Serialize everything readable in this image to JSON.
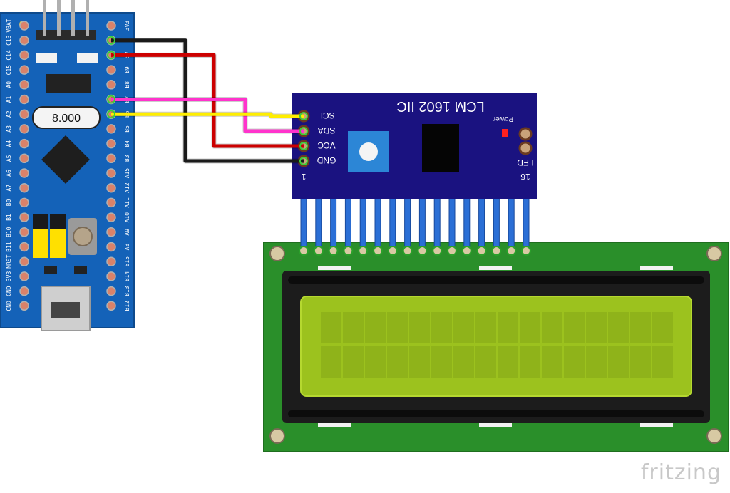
{
  "board": {
    "left_pins": [
      "VBAT",
      "C13",
      "C14",
      "C15",
      "A0",
      "A1",
      "A2",
      "A3",
      "A4",
      "A5",
      "A6",
      "A7",
      "B0",
      "B1",
      "B10",
      "B11",
      "NRST",
      "3V3",
      "GND",
      "GND"
    ],
    "right_pins": [
      "3V3",
      "G",
      "5V",
      "B9",
      "B8",
      "B7",
      "B6",
      "B5",
      "B4",
      "B3",
      "A15",
      "A12",
      "A11",
      "A10",
      "A9",
      "A8",
      "B15",
      "B14",
      "B13",
      "B12"
    ],
    "crystal_label": "8.000"
  },
  "i2c_module": {
    "title": "LCM 1602 IIC",
    "power_label": "Power",
    "led_label": "LED",
    "pin_start": "1",
    "pin_end": "16",
    "header_pins": [
      "SCL",
      "SDA",
      "VCC",
      "GND"
    ]
  },
  "lcd": {
    "rows": 2,
    "cols": 16
  },
  "wires": [
    {
      "from": "G",
      "to": "GND",
      "color": "#1a1a1a"
    },
    {
      "from": "5V",
      "to": "VCC",
      "color": "#cc0000"
    },
    {
      "from": "B7",
      "to": "SDA",
      "color": "#ff33cc"
    },
    {
      "from": "B6",
      "to": "SCL",
      "color": "#ffee00"
    }
  ],
  "watermark": "fritzing"
}
